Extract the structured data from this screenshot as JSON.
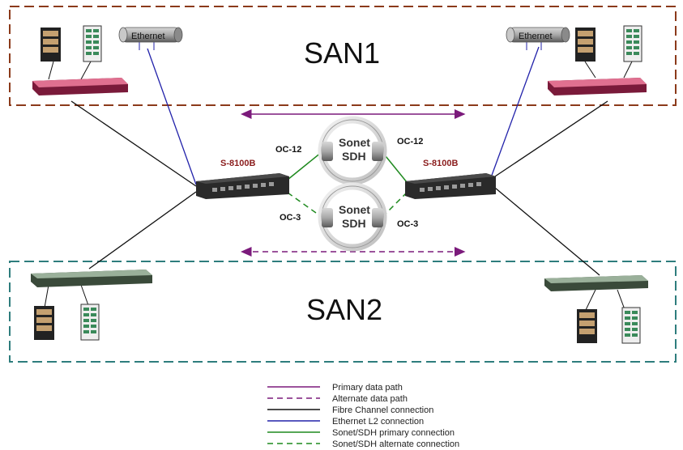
{
  "zones": {
    "san1": {
      "label": "SAN1",
      "color": "#8b3a1a"
    },
    "san2": {
      "label": "SAN2",
      "color": "#2e7d7d"
    }
  },
  "devices": {
    "left_switch": "S-8100B",
    "right_switch": "S-8100B",
    "left_ethernet": "Ethernet",
    "right_ethernet": "Ethernet"
  },
  "rings": [
    {
      "line1": "Sonet",
      "line2": "SDH"
    },
    {
      "line1": "Sonet",
      "line2": "SDH"
    }
  ],
  "links": {
    "oc12_left": "OC-12",
    "oc12_right": "OC-12",
    "oc3_left": "OC-3",
    "oc3_right": "OC-3"
  },
  "legend": [
    {
      "label": "Primary data path",
      "color": "#7b1a7b",
      "dashed": false
    },
    {
      "label": "Alternate data path",
      "color": "#7b1a7b",
      "dashed": true
    },
    {
      "label": "Fibre Channel connection",
      "color": "#111111",
      "dashed": false
    },
    {
      "label": "Ethernet L2 connection",
      "color": "#2222aa",
      "dashed": false
    },
    {
      "label": "Sonet/SDH primary connection",
      "color": "#1f8a1f",
      "dashed": false
    },
    {
      "label": "Sonet/SDH alternate connection",
      "color": "#1f8a1f",
      "dashed": true
    }
  ]
}
